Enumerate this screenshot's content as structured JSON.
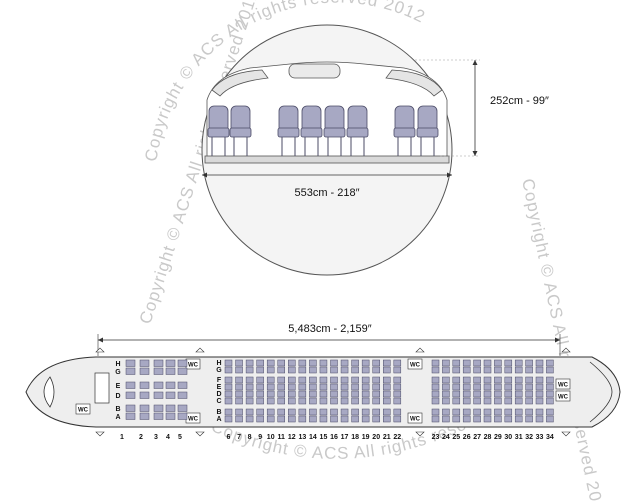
{
  "cross_section": {
    "width_label": "553cm - 218″",
    "height_label": "252cm - 99″"
  },
  "seatmap": {
    "length_label": "5,483cm - 2,159″",
    "wc_label": "WC",
    "row_numbers": [
      "1",
      "2",
      "3",
      "4",
      "5",
      "6",
      "7",
      "8",
      "9",
      "10",
      "11",
      "12",
      "13",
      "14",
      "15",
      "16",
      "17",
      "18",
      "19",
      "20",
      "21",
      "22",
      "23",
      "24",
      "25",
      "26",
      "27",
      "28",
      "29",
      "30",
      "31",
      "32",
      "33",
      "34"
    ],
    "forward_letters": {
      "top": [
        "H",
        "G"
      ],
      "middle": [
        "E",
        "D"
      ],
      "bottom": [
        "B",
        "A"
      ]
    },
    "main_letters": [
      "H",
      "G",
      "F",
      "E",
      "D",
      "C",
      "B",
      "A"
    ]
  },
  "watermark": {
    "text": "Copyright © ACS All rights reserved 2012"
  },
  "colors": {
    "seat_fill": "#a7a8c3",
    "seat_stroke": "#4b4b66",
    "fuselage_fill": "#eeeeee",
    "outline": "#333333",
    "watermark": "#c9c9c9"
  }
}
